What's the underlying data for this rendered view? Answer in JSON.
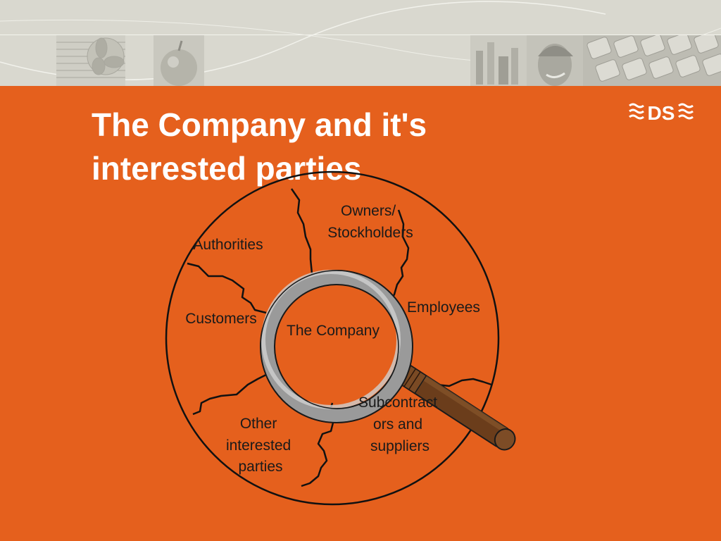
{
  "slide": {
    "title_line1": "The Company and it's",
    "title_line2": "interested parties",
    "logo_text": "DS",
    "logo_icon": "wave-lines-icon",
    "colors": {
      "background": "#e5601d",
      "header_band": "#d9d8cf",
      "text_dark": "#1a1a1a",
      "title": "#ffffff",
      "magnifier_handle": "#6b3d1b",
      "lens_ring": "#8c8c8c"
    }
  },
  "diagram": {
    "center": "The Company",
    "segments": {
      "owners": [
        "Owners/",
        "Stockholders"
      ],
      "authorities": [
        "Authorities"
      ],
      "customers": [
        "Customers"
      ],
      "employees": [
        "Employees"
      ],
      "subcontractors": [
        "Subcontract",
        "ors and",
        "suppliers"
      ],
      "other": [
        "Other",
        "interested",
        "parties"
      ]
    },
    "magnifier_icon": "magnifying-glass-icon"
  }
}
